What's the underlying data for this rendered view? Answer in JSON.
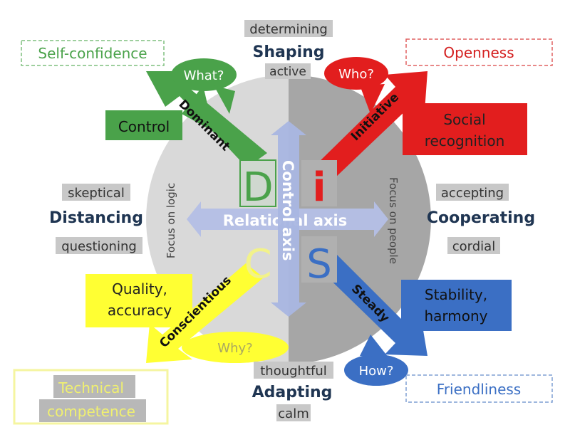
{
  "center": {
    "d": "D",
    "i": "i",
    "s": "S",
    "c": "C",
    "relational_axis": "Relational axis",
    "control_axis": "Control axis",
    "focus_logic": "Focus on logic",
    "focus_people": "Focus on people"
  },
  "top": {
    "upper": "determining",
    "main": "Shaping",
    "lower": "active"
  },
  "left": {
    "upper": "skeptical",
    "main": "Distancing",
    "lower": "questioning"
  },
  "right": {
    "upper": "accepting",
    "main": "Cooperating",
    "lower": "cordial"
  },
  "bottom": {
    "upper": "thoughtful",
    "main": "Adapting",
    "lower": "calm"
  },
  "quadrants": {
    "d": {
      "type": "Dominant",
      "question": "What?",
      "motive": [
        "Control"
      ],
      "value": "Self-confidence",
      "color": "#4aa24a"
    },
    "i": {
      "type": "Initiative",
      "question": "Who?",
      "motive": [
        "Social",
        "recognition"
      ],
      "value": "Openness",
      "color": "#e21e1e"
    },
    "s": {
      "type": "Steady",
      "question": "How?",
      "motive": [
        "Stability,",
        "harmony"
      ],
      "value": "Friendliness",
      "color": "#3b6fc4"
    },
    "c": {
      "type": "Conscientious",
      "question": "Why?",
      "motive": [
        "Quality,",
        "accuracy"
      ],
      "value": [
        "Technical",
        "competence"
      ],
      "color": "#ffff33"
    }
  }
}
